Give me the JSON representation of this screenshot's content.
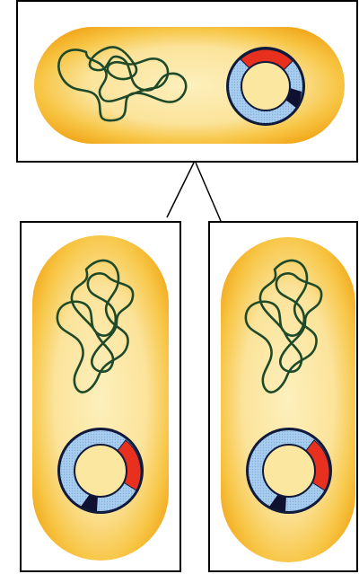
{
  "diagram": {
    "type": "cell-division-plasmid-replication",
    "panels": [
      "parent-cell",
      "daughter-cell-left",
      "daughter-cell-right"
    ],
    "colors": {
      "frame": "#000000",
      "background": "#ffffff",
      "cell_outer": "#f2a81c",
      "cell_mid": "#f7c646",
      "cell_inner": "#fbe7a0",
      "chromosome": "#1f4a2a",
      "plasmid_ring": "#9cc4e8",
      "plasmid_outline": "#0f1a3c",
      "plasmid_red_segment": "#e8301e",
      "plasmid_dark_segment": "#101030"
    },
    "icons": [
      "bacterial-cell-icon",
      "chromosome-icon",
      "plasmid-icon"
    ]
  }
}
